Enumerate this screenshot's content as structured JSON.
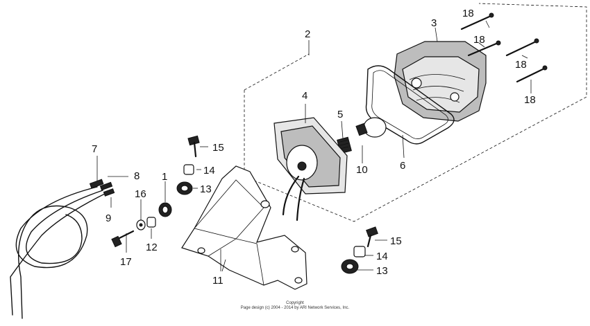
{
  "labels": {
    "l1": "1",
    "l2": "2",
    "l3": "3",
    "l4": "4",
    "l5": "5",
    "l6": "6",
    "l7": "7",
    "l8": "8",
    "l9": "9",
    "l10": "10",
    "l11": "11",
    "l12": "12",
    "l13a": "13",
    "l13b": "13",
    "l14a": "14",
    "l14b": "14",
    "l15a": "15",
    "l15b": "15",
    "l16": "16",
    "l17": "17",
    "l18a": "18",
    "l18b": "18",
    "l18c": "18",
    "l18d": "18"
  },
  "copyright": {
    "line1": "Copyright",
    "line2": "Page design (c) 2004 - 2014 by ARI Network Services, Inc."
  }
}
